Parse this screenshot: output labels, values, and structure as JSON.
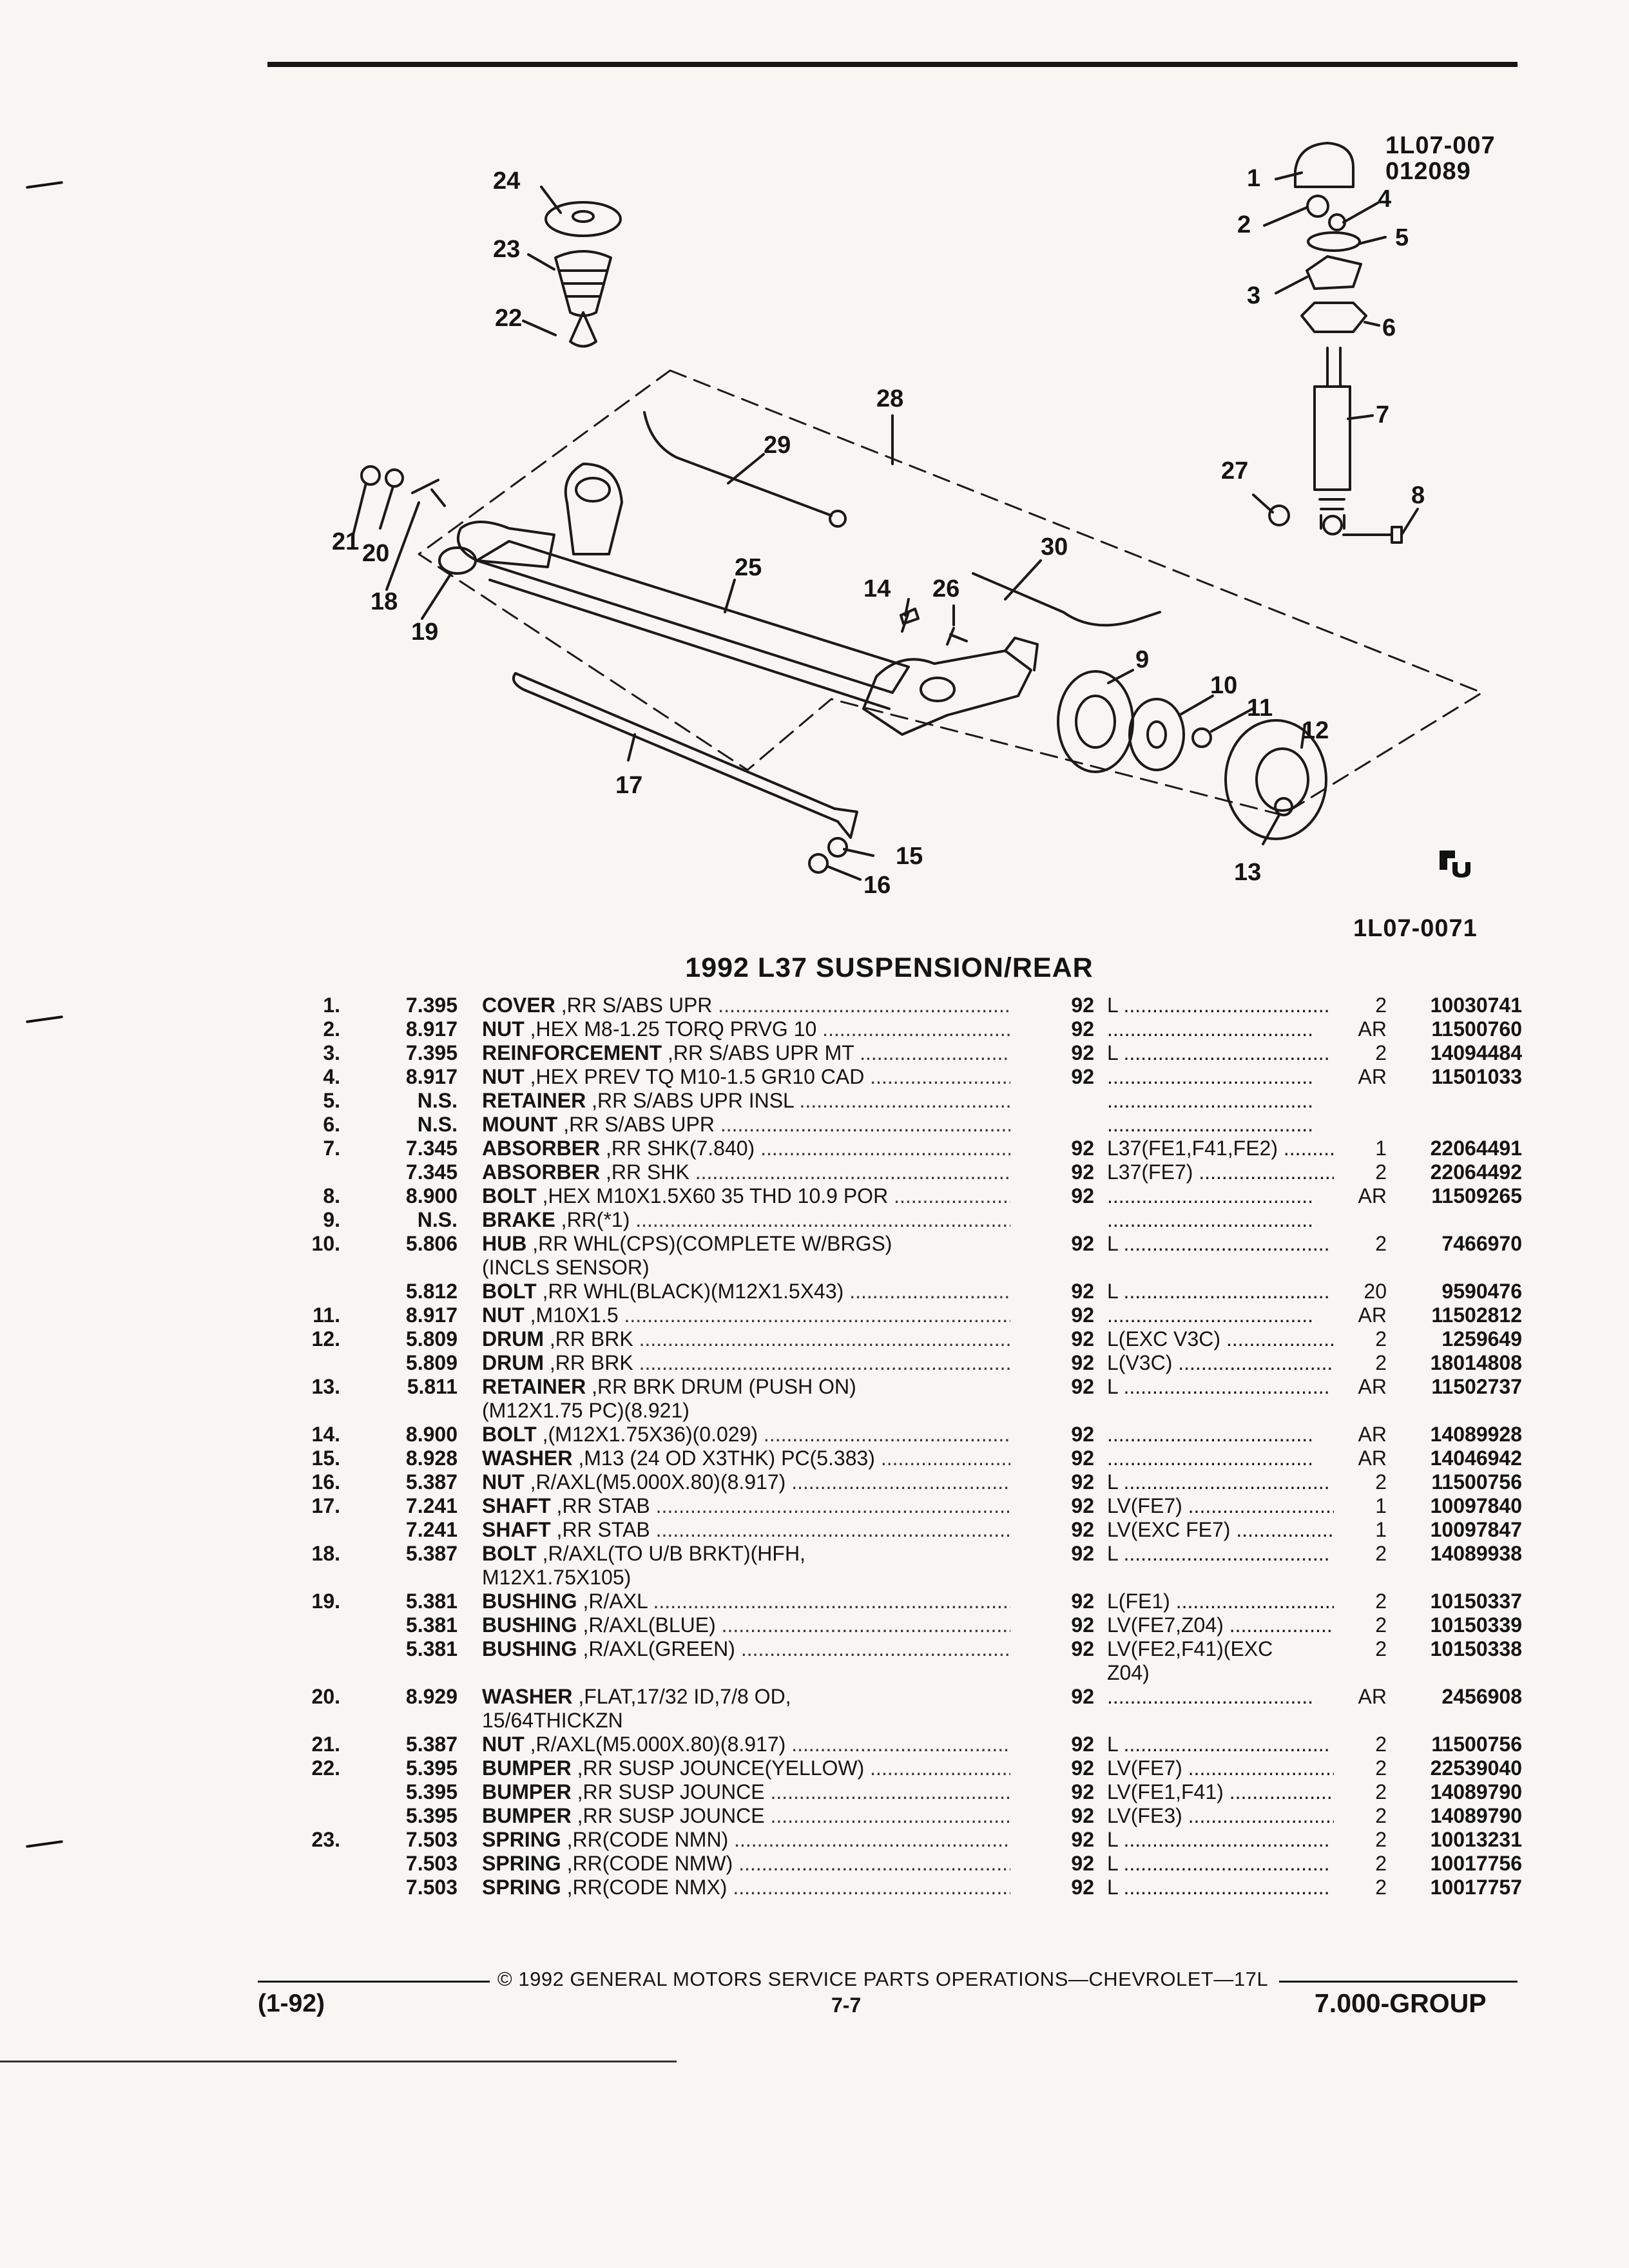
{
  "diagram": {
    "ref_top": "1L07-007",
    "ref_top2": "012089",
    "ref_bottom": "1L07-0071",
    "callouts": [
      "1",
      "2",
      "3",
      "4",
      "5",
      "6",
      "7",
      "8",
      "9",
      "10",
      "11",
      "12",
      "13",
      "14",
      "15",
      "16",
      "17",
      "18",
      "19",
      "20",
      "21",
      "22",
      "23",
      "24",
      "25",
      "26",
      "27",
      "28",
      "29",
      "30"
    ]
  },
  "title": "1992 L37 SUSPENSION/REAR",
  "rows": [
    {
      "num": "1.",
      "grp": "7.395",
      "name": "COVER",
      "rest": ",RR S/ABS UPR",
      "yr": "92",
      "model": "L",
      "qty": "2",
      "part": "10030741"
    },
    {
      "num": "2.",
      "grp": "8.917",
      "name": "NUT",
      "rest": ",HEX M8-1.25 TORQ PRVG 10",
      "yr": "92",
      "model": "",
      "qty": "AR",
      "part": "11500760"
    },
    {
      "num": "3.",
      "grp": "7.395",
      "name": "REINFORCEMENT",
      "rest": ",RR S/ABS UPR MT",
      "yr": "92",
      "model": "L",
      "qty": "2",
      "part": "14094484"
    },
    {
      "num": "4.",
      "grp": "8.917",
      "name": "NUT",
      "rest": ",HEX PREV TQ M10-1.5 GR10 CAD",
      "yr": "92",
      "model": "",
      "qty": "AR",
      "part": "11501033"
    },
    {
      "num": "5.",
      "grp": "N.S.",
      "name": "RETAINER",
      "rest": ",RR S/ABS UPR INSL",
      "yr": "",
      "model": "",
      "qty": "",
      "part": ""
    },
    {
      "num": "6.",
      "grp": "N.S.",
      "name": "MOUNT",
      "rest": ",RR S/ABS UPR",
      "yr": "",
      "model": "",
      "qty": "",
      "part": ""
    },
    {
      "num": "7.",
      "grp": "7.345",
      "name": "ABSORBER",
      "rest": ",RR SHK(7.840)",
      "yr": "92",
      "model": "L37(FE1,F41,FE2)",
      "qty": "1",
      "part": "22064491"
    },
    {
      "num": "",
      "grp": "7.345",
      "name": "ABSORBER",
      "rest": ",RR SHK",
      "yr": "92",
      "model": "L37(FE7)",
      "qty": "2",
      "part": "22064492"
    },
    {
      "num": "8.",
      "grp": "8.900",
      "name": "BOLT",
      "rest": ",HEX M10X1.5X60 35 THD 10.9 POR",
      "yr": "92",
      "model": "",
      "qty": "AR",
      "part": "11509265"
    },
    {
      "num": "9.",
      "grp": "N.S.",
      "name": "BRAKE",
      "rest": ",RR(*1)",
      "yr": "",
      "model": "",
      "qty": "",
      "part": ""
    },
    {
      "num": "10.",
      "grp": "5.806",
      "name": "HUB",
      "rest": ",RR WHL(CPS)(COMPLETE W/BRGS)",
      "cont": "(INCLS SENSOR)",
      "yr": "92",
      "model": "L",
      "qty": "2",
      "part": "7466970"
    },
    {
      "num": "",
      "grp": "5.812",
      "name": "BOLT",
      "rest": ",RR WHL(BLACK)(M12X1.5X43)",
      "yr": "92",
      "model": "L",
      "qty": "20",
      "part": "9590476"
    },
    {
      "num": "11.",
      "grp": "8.917",
      "name": "NUT",
      "rest": ",M10X1.5",
      "yr": "92",
      "model": "",
      "qty": "AR",
      "part": "11502812"
    },
    {
      "num": "12.",
      "grp": "5.809",
      "name": "DRUM",
      "rest": ",RR BRK",
      "yr": "92",
      "model": "L(EXC V3C)",
      "qty": "2",
      "part": "1259649"
    },
    {
      "num": "",
      "grp": "5.809",
      "name": "DRUM",
      "rest": ",RR BRK",
      "yr": "92",
      "model": "L(V3C)",
      "qty": "2",
      "part": "18014808"
    },
    {
      "num": "13.",
      "grp": "5.811",
      "name": "RETAINER",
      "rest": ",RR BRK DRUM (PUSH ON)",
      "cont": "(M12X1.75 PC)(8.921)",
      "yr": "92",
      "model": "L",
      "qty": "AR",
      "part": "11502737"
    },
    {
      "num": "14.",
      "grp": "8.900",
      "name": "BOLT",
      "rest": ",(M12X1.75X36)(0.029)",
      "yr": "92",
      "model": "",
      "qty": "AR",
      "part": "14089928"
    },
    {
      "num": "15.",
      "grp": "8.928",
      "name": "WASHER",
      "rest": ",M13 (24 OD X3THK) PC(5.383)",
      "yr": "92",
      "model": "",
      "qty": "AR",
      "part": "14046942"
    },
    {
      "num": "16.",
      "grp": "5.387",
      "name": "NUT",
      "rest": ",R/AXL(M5.000X.80)(8.917)",
      "yr": "92",
      "model": "L",
      "qty": "2",
      "part": "11500756"
    },
    {
      "num": "17.",
      "grp": "7.241",
      "name": "SHAFT",
      "rest": ",RR STAB",
      "yr": "92",
      "model": "LV(FE7)",
      "qty": "1",
      "part": "10097840"
    },
    {
      "num": "",
      "grp": "7.241",
      "name": "SHAFT",
      "rest": ",RR STAB",
      "yr": "92",
      "model": "LV(EXC FE7)",
      "qty": "1",
      "part": "10097847"
    },
    {
      "num": "18.",
      "grp": "5.387",
      "name": "BOLT",
      "rest": ",R/AXL(TO U/B BRKT)(HFH,",
      "cont": "M12X1.75X105)",
      "yr": "92",
      "model": "L",
      "qty": "2",
      "part": "14089938"
    },
    {
      "num": "19.",
      "grp": "5.381",
      "name": "BUSHING",
      "rest": ",R/AXL",
      "yr": "92",
      "model": "L(FE1)",
      "qty": "2",
      "part": "10150337"
    },
    {
      "num": "",
      "grp": "5.381",
      "name": "BUSHING",
      "rest": ",R/AXL(BLUE)",
      "yr": "92",
      "model": "LV(FE7,Z04)",
      "qty": "2",
      "part": "10150339"
    },
    {
      "num": "",
      "grp": "5.381",
      "name": "BUSHING",
      "rest": ",R/AXL(GREEN)",
      "yr": "92",
      "model": "LV(FE2,F41)(EXC",
      "model2": "Z04)",
      "qty": "2",
      "part": "10150338"
    },
    {
      "num": "20.",
      "grp": "8.929",
      "name": "WASHER",
      "rest": ",FLAT,17/32 ID,7/8 OD,",
      "cont": "15/64THICKZN",
      "yr": "92",
      "model": "",
      "qty": "AR",
      "part": "2456908"
    },
    {
      "num": "21.",
      "grp": "5.387",
      "name": "NUT",
      "rest": ",R/AXL(M5.000X.80)(8.917)",
      "yr": "92",
      "model": "L",
      "qty": "2",
      "part": "11500756"
    },
    {
      "num": "22.",
      "grp": "5.395",
      "name": "BUMPER",
      "rest": ",RR SUSP JOUNCE(YELLOW)",
      "yr": "92",
      "model": "LV(FE7)",
      "qty": "2",
      "part": "22539040"
    },
    {
      "num": "",
      "grp": "5.395",
      "name": "BUMPER",
      "rest": ",RR SUSP JOUNCE",
      "yr": "92",
      "model": "LV(FE1,F41)",
      "qty": "2",
      "part": "14089790"
    },
    {
      "num": "",
      "grp": "5.395",
      "name": "BUMPER",
      "rest": ",RR SUSP JOUNCE",
      "yr": "92",
      "model": "LV(FE3)",
      "qty": "2",
      "part": "14089790"
    },
    {
      "num": "23.",
      "grp": "7.503",
      "name": "SPRING",
      "rest": ",RR(CODE NMN)",
      "yr": "92",
      "model": "L",
      "qty": "2",
      "part": "10013231"
    },
    {
      "num": "",
      "grp": "7.503",
      "name": "SPRING",
      "rest": ",RR(CODE NMW)",
      "yr": "92",
      "model": "L",
      "qty": "2",
      "part": "10017756"
    },
    {
      "num": "",
      "grp": "7.503",
      "name": "SPRING",
      "rest": ",RR(CODE NMX)",
      "yr": "92",
      "model": "L",
      "qty": "2",
      "part": "10017757"
    }
  ],
  "footer": {
    "copyright": "© 1992 GENERAL MOTORS SERVICE PARTS OPERATIONS—CHEVROLET—17L",
    "left": "(1-92)",
    "page": "7-7",
    "right": "7.000-GROUP"
  }
}
